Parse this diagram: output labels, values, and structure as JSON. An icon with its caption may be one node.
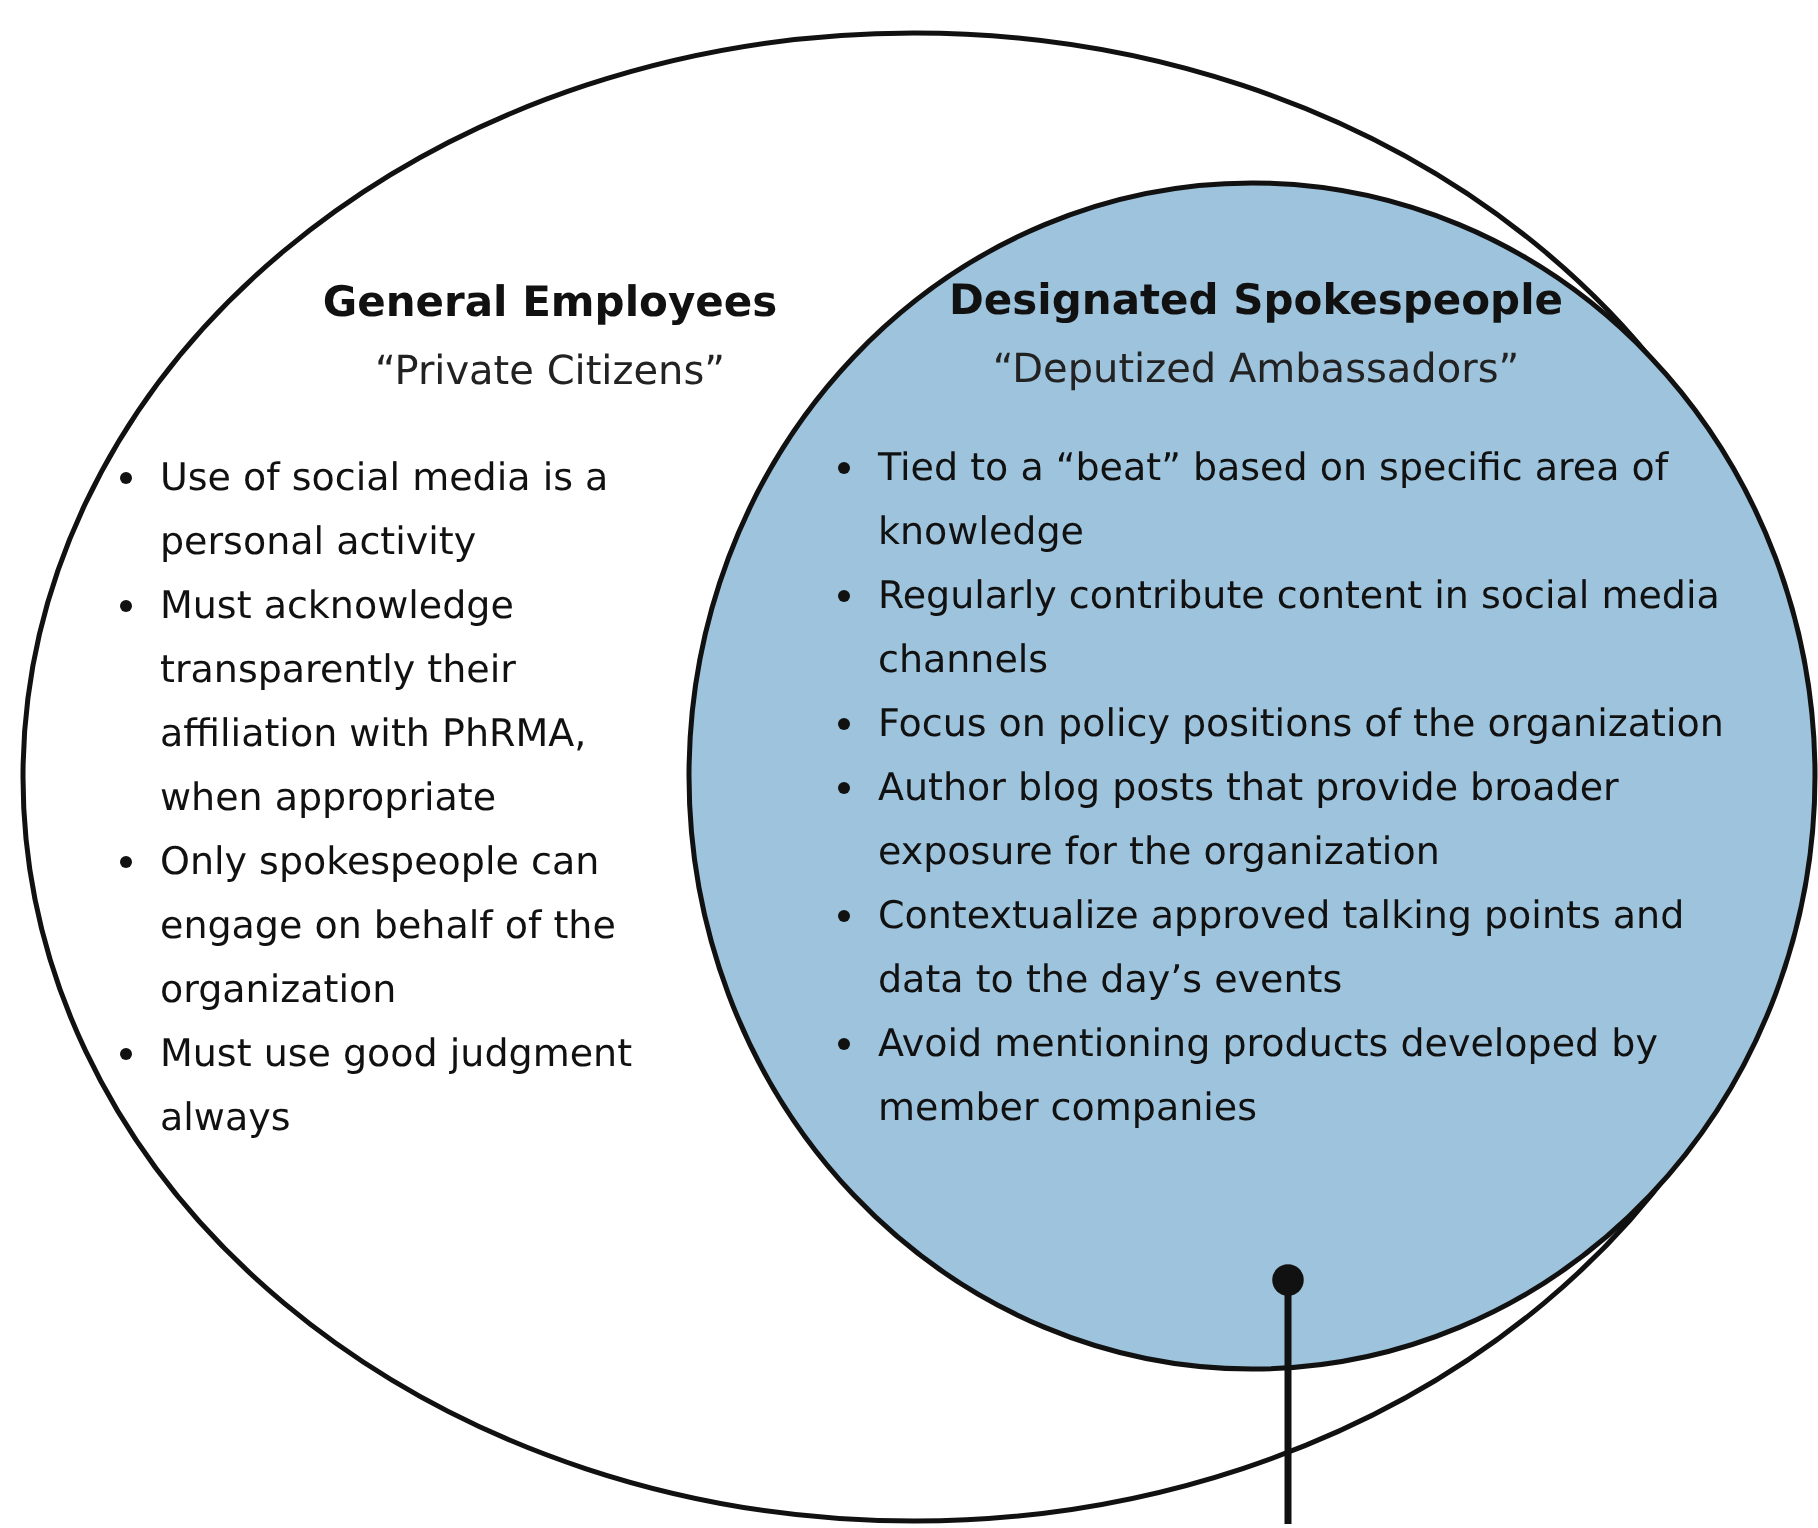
{
  "diagram": {
    "nodes": [
      {
        "text": [
          "General Employees",
          "“Private Citizens”",
          "Use of social media is a personal activity",
          "Must acknowledge transparently their affiliation with PhRMA, when appropriate",
          "Only spokespeople can engage on behalf of the organization",
          "Must use good judgment always"
        ]
      },
      {
        "in": 0,
        "text": [
          "Designated Spokespeople",
          "“Deputized Ambassadors”",
          "Tied to a “beat” based on specific area of knowledge",
          "Regularly contribute content in social media channels",
          "Focus on policy positions of the organization",
          "Author blog posts that provide broader exposure for the organization",
          "Contextualize approved talking points and data to the day’s events",
          "Avoid mentioning products developed by member companies"
        ]
      }
    ],
    "edges": [
      {
        "from": null,
        "to": 1,
        "arrow": "other"
      }
    ]
  }
}
